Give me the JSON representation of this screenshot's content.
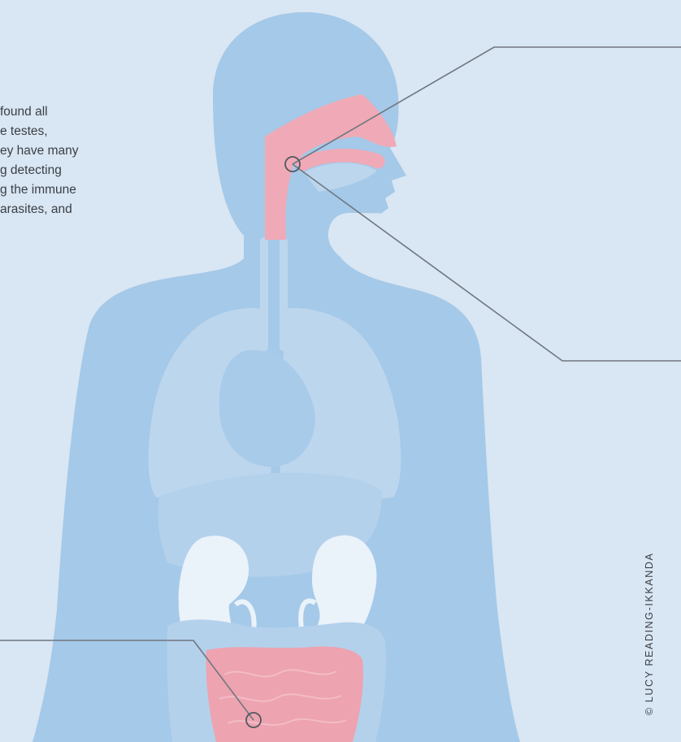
{
  "intro_text": {
    "lines": [
      "found all",
      "e testes,",
      "ey have many",
      "g detecting",
      "g the immune",
      "arasites, and"
    ]
  },
  "credit": "© LUCY READING-IKKANDA",
  "colors": {
    "background": "#d9e6f3",
    "body": "#a5c9e8",
    "organ_pale": "#bcd6ee",
    "kidney": "#eaf2fa",
    "highlight_pink": "#f0a9b6",
    "intestine_pink": "#eda3b0",
    "callout_line": "#707780",
    "text": "#3a3f45"
  }
}
